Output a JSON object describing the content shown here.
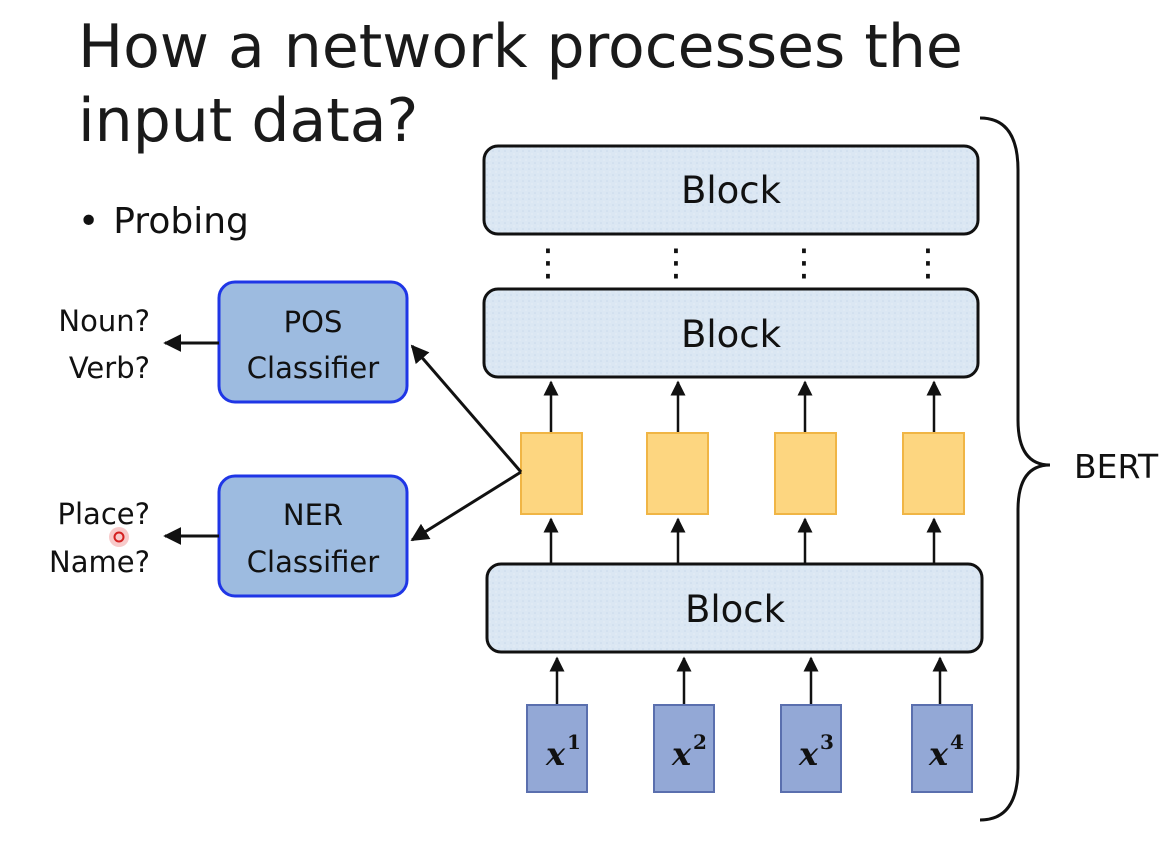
{
  "slide": {
    "title": "How a network processes the input data?",
    "bullet": "Probing"
  },
  "colors": {
    "block_fill": "#dbe7f3",
    "block_stroke": "#111111",
    "classifier_fill": "#9dbbe0",
    "classifier_stroke": "#1f36e6",
    "embedding_fill": "#fdd680",
    "embedding_stroke": "#f0b545",
    "input_fill": "#93a8d6",
    "input_stroke": "#5a6fae",
    "arrow": "#111111"
  },
  "diagram": {
    "blocks": [
      "Block",
      "Block",
      "Block"
    ],
    "classifiers": [
      {
        "line1": "POS",
        "line2": "Classifier",
        "outputs": [
          "Noun?",
          "Verb?"
        ]
      },
      {
        "line1": "NER",
        "line2": "Classifier",
        "outputs": [
          "Place?",
          "Name?"
        ]
      }
    ],
    "inputs": [
      {
        "base": "x",
        "sup": "1"
      },
      {
        "base": "x",
        "sup": "2"
      },
      {
        "base": "x",
        "sup": "3"
      },
      {
        "base": "x",
        "sup": "4"
      }
    ],
    "ellipsis": "⋮",
    "bracket_label": "BERT"
  }
}
